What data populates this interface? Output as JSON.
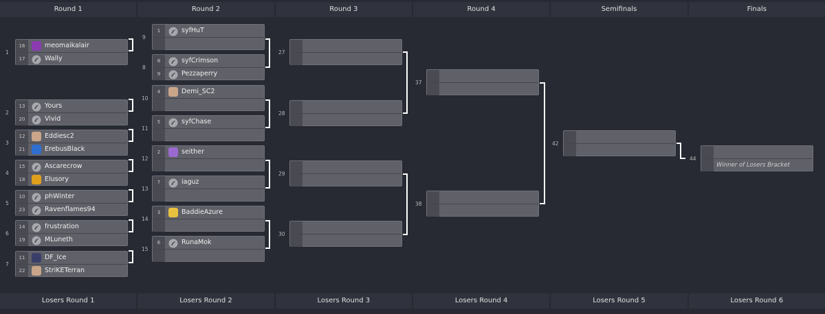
{
  "headers": {
    "top": [
      "Round 1",
      "Round 2",
      "Round 3",
      "Round 4",
      "Semifinals",
      "Finals"
    ],
    "bottom": [
      "Losers Round 1",
      "Losers Round 2",
      "Losers Round 3",
      "Losers Round 4",
      "Losers Round 5",
      "Losers Round 6"
    ]
  },
  "matches": [
    {
      "num": "1",
      "players": [
        {
          "seed": "16",
          "name": "meomaikalair",
          "icon": "purple-avatar-icon"
        },
        {
          "seed": "17",
          "name": "Wally",
          "icon": "sc2-logo-icon"
        }
      ]
    },
    {
      "num": "2",
      "players": [
        {
          "seed": "13",
          "name": "Yours",
          "icon": "sc2-logo-icon"
        },
        {
          "seed": "20",
          "name": "Vivid",
          "icon": "sc2-logo-icon"
        }
      ]
    },
    {
      "num": "3",
      "players": [
        {
          "seed": "12",
          "name": "Eddiesc2",
          "icon": "portrait-avatar-icon"
        },
        {
          "seed": "21",
          "name": "ErebusBlack",
          "icon": "blue-emblem-icon"
        }
      ]
    },
    {
      "num": "4",
      "players": [
        {
          "seed": "15",
          "name": "Ascarecrow",
          "icon": "sc2-logo-icon"
        },
        {
          "seed": "18",
          "name": "Elusory",
          "icon": "gold-emblem-icon"
        }
      ]
    },
    {
      "num": "5",
      "players": [
        {
          "seed": "10",
          "name": "phWinter",
          "icon": "sc2-logo-icon"
        },
        {
          "seed": "23",
          "name": "Ravenflames94",
          "icon": "sc2-logo-icon"
        }
      ]
    },
    {
      "num": "6",
      "players": [
        {
          "seed": "14",
          "name": "frustration",
          "icon": "sc2-logo-icon"
        },
        {
          "seed": "19",
          "name": "MLuneth",
          "icon": "sc2-logo-icon"
        }
      ]
    },
    {
      "num": "7",
      "players": [
        {
          "seed": "11",
          "name": "DF_Ice",
          "icon": "dark-avatar-icon"
        },
        {
          "seed": "22",
          "name": "StriKETerran",
          "icon": "portrait-avatar-icon"
        }
      ]
    },
    {
      "num": "9",
      "players": [
        {
          "seed": "1",
          "name": "syfHuT",
          "icon": "sc2-logo-icon"
        },
        {
          "seed": "",
          "name": "",
          "icon": ""
        }
      ]
    },
    {
      "num": "8",
      "players": [
        {
          "seed": "8",
          "name": "syfCrimson",
          "icon": "sc2-logo-icon"
        },
        {
          "seed": "9",
          "name": "Pezzaperry",
          "icon": "sc2-logo-icon"
        }
      ]
    },
    {
      "num": "10",
      "players": [
        {
          "seed": "4",
          "name": "Demi_SC2",
          "icon": "portrait-avatar-icon"
        },
        {
          "seed": "",
          "name": "",
          "icon": ""
        }
      ]
    },
    {
      "num": "11",
      "players": [
        {
          "seed": "5",
          "name": "syfChase",
          "icon": "sc2-logo-icon"
        },
        {
          "seed": "",
          "name": "",
          "icon": ""
        }
      ]
    },
    {
      "num": "12",
      "players": [
        {
          "seed": "2",
          "name": "seither",
          "icon": "purple-emblem-icon"
        },
        {
          "seed": "",
          "name": "",
          "icon": ""
        }
      ]
    },
    {
      "num": "13",
      "players": [
        {
          "seed": "7",
          "name": "iaguz",
          "icon": "sc2-logo-icon"
        },
        {
          "seed": "",
          "name": "",
          "icon": ""
        }
      ]
    },
    {
      "num": "14",
      "players": [
        {
          "seed": "3",
          "name": "BaddieAzure",
          "icon": "cartoon-avatar-icon"
        },
        {
          "seed": "",
          "name": "",
          "icon": ""
        }
      ]
    },
    {
      "num": "15",
      "players": [
        {
          "seed": "6",
          "name": "RunaMok",
          "icon": "sc2-logo-icon"
        },
        {
          "seed": "",
          "name": "",
          "icon": ""
        }
      ]
    },
    {
      "num": "27",
      "players": [
        {
          "seed": "",
          "name": "",
          "icon": ""
        },
        {
          "seed": "",
          "name": "",
          "icon": ""
        }
      ]
    },
    {
      "num": "28",
      "players": [
        {
          "seed": "",
          "name": "",
          "icon": ""
        },
        {
          "seed": "",
          "name": "",
          "icon": ""
        }
      ]
    },
    {
      "num": "29",
      "players": [
        {
          "seed": "",
          "name": "",
          "icon": ""
        },
        {
          "seed": "",
          "name": "",
          "icon": ""
        }
      ]
    },
    {
      "num": "30",
      "players": [
        {
          "seed": "",
          "name": "",
          "icon": ""
        },
        {
          "seed": "",
          "name": "",
          "icon": ""
        }
      ]
    },
    {
      "num": "37",
      "players": [
        {
          "seed": "",
          "name": "",
          "icon": ""
        },
        {
          "seed": "",
          "name": "",
          "icon": ""
        }
      ]
    },
    {
      "num": "38",
      "players": [
        {
          "seed": "",
          "name": "",
          "icon": ""
        },
        {
          "seed": "",
          "name": "",
          "icon": ""
        }
      ]
    },
    {
      "num": "42",
      "players": [
        {
          "seed": "",
          "name": "",
          "icon": ""
        },
        {
          "seed": "",
          "name": "",
          "icon": ""
        }
      ]
    },
    {
      "num": "44",
      "players": [
        {
          "seed": "",
          "name": "",
          "icon": ""
        },
        {
          "seed": "",
          "name": "Winner of Losers Bracket",
          "icon": ""
        }
      ]
    }
  ],
  "colors": {
    "background": "#272a33",
    "match_bg": "#5f6068",
    "seed_bg": "#4a4b52",
    "header_bg": "#30333d",
    "connector": "#ffffff"
  }
}
